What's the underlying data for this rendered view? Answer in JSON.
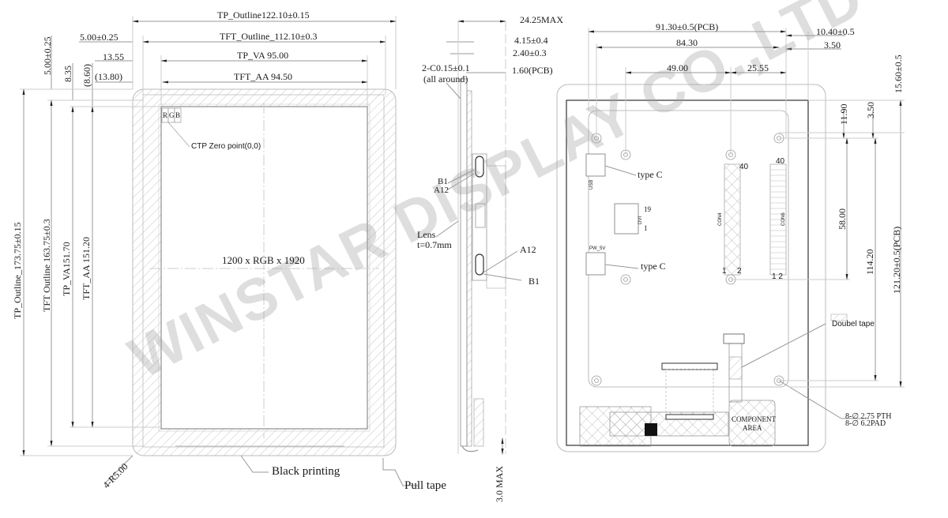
{
  "watermark": "WINSTAR DISPLAY CO.,LTD",
  "front_view": {
    "top_dims": {
      "tp_outline": "TP_Outline122.10±0.15",
      "tft_outline": "TFT_Outline_112.10±0.3",
      "tp_va": "TP_VA 95.00",
      "tft_aa": "TFT_AA 94.50",
      "offset_tft_outline": "5.00±0.25",
      "offset_tp_va": "13.55",
      "offset_tft_aa": "(13.80)"
    },
    "left_dims": {
      "tp_outline": "TP_Outline_173.75±0.15",
      "tft_outline": "TFT Outline 163.75±0.3",
      "tp_va": "TP_VA151.70",
      "tft_aa": "TFT_AA 151.20",
      "offset_tft_outline": "5.00±0.25",
      "offset_tp_va": "8.35",
      "offset_tft_aa": "(8.60)"
    },
    "rgb_cells": [
      "R",
      "G",
      "B"
    ],
    "ctp_zero_point": "CTP Zero point(0,0)",
    "resolution": "1200 x RGB x 1920",
    "corner_radius": "4-R5.00",
    "black_printing": "Black printing",
    "pull_tape": "Pull tape"
  },
  "side_view": {
    "total_thickness": "24.25MAX",
    "dim_1": "4.15±0.4",
    "dim_2": "2.40±0.3",
    "pcb_thickness": "1.60(PCB)",
    "chamfer": "2-C0.15±0.1",
    "chamfer_note": "(all around)",
    "lens": "Lens",
    "lens_thickness": "t=0.7mm",
    "pin_b1_top": "B1",
    "pin_a12_top": "A12",
    "pin_a12_bottom": "A12",
    "pin_b1_bottom": "B1",
    "bottom_max": "3.0 MAX"
  },
  "back_view": {
    "pcb_width": "91.30±0.5(PCB)",
    "hole_span": "84.30",
    "dim_49": "49.00",
    "dim_25": "25.55",
    "right_offset": "10.40±0.5",
    "right_offset_2": "3.50",
    "top_offset": "15.60±0.5",
    "dim_11_90": "11.90",
    "dim_3_50": "3.50",
    "dim_58": "58.00",
    "dim_114": "114.20",
    "pcb_height": "121.20±0.5(PCB)",
    "usb_type_c": "type C",
    "power_type_c": "type C",
    "usb_label": "USB",
    "power_label": "PW_5V",
    "dvi_label": "DVI",
    "dvi_pin_top": "19",
    "dvi_pin_bottom": "1",
    "con4_label": "CON4",
    "con4_pin_top": "40",
    "con4_pin_1": "1",
    "con4_pin_2": "2",
    "con6_label": "CON6",
    "con6_pin_top": "40",
    "con6_pin_bottom": "1 2",
    "double_tape": "Doubel tape",
    "hole_pth": "8-∅ 2.75 PTH",
    "hole_pad": "8-∅ 6.2PAD",
    "component_area_1": "COMPONENT",
    "component_area_2": "AREA"
  }
}
